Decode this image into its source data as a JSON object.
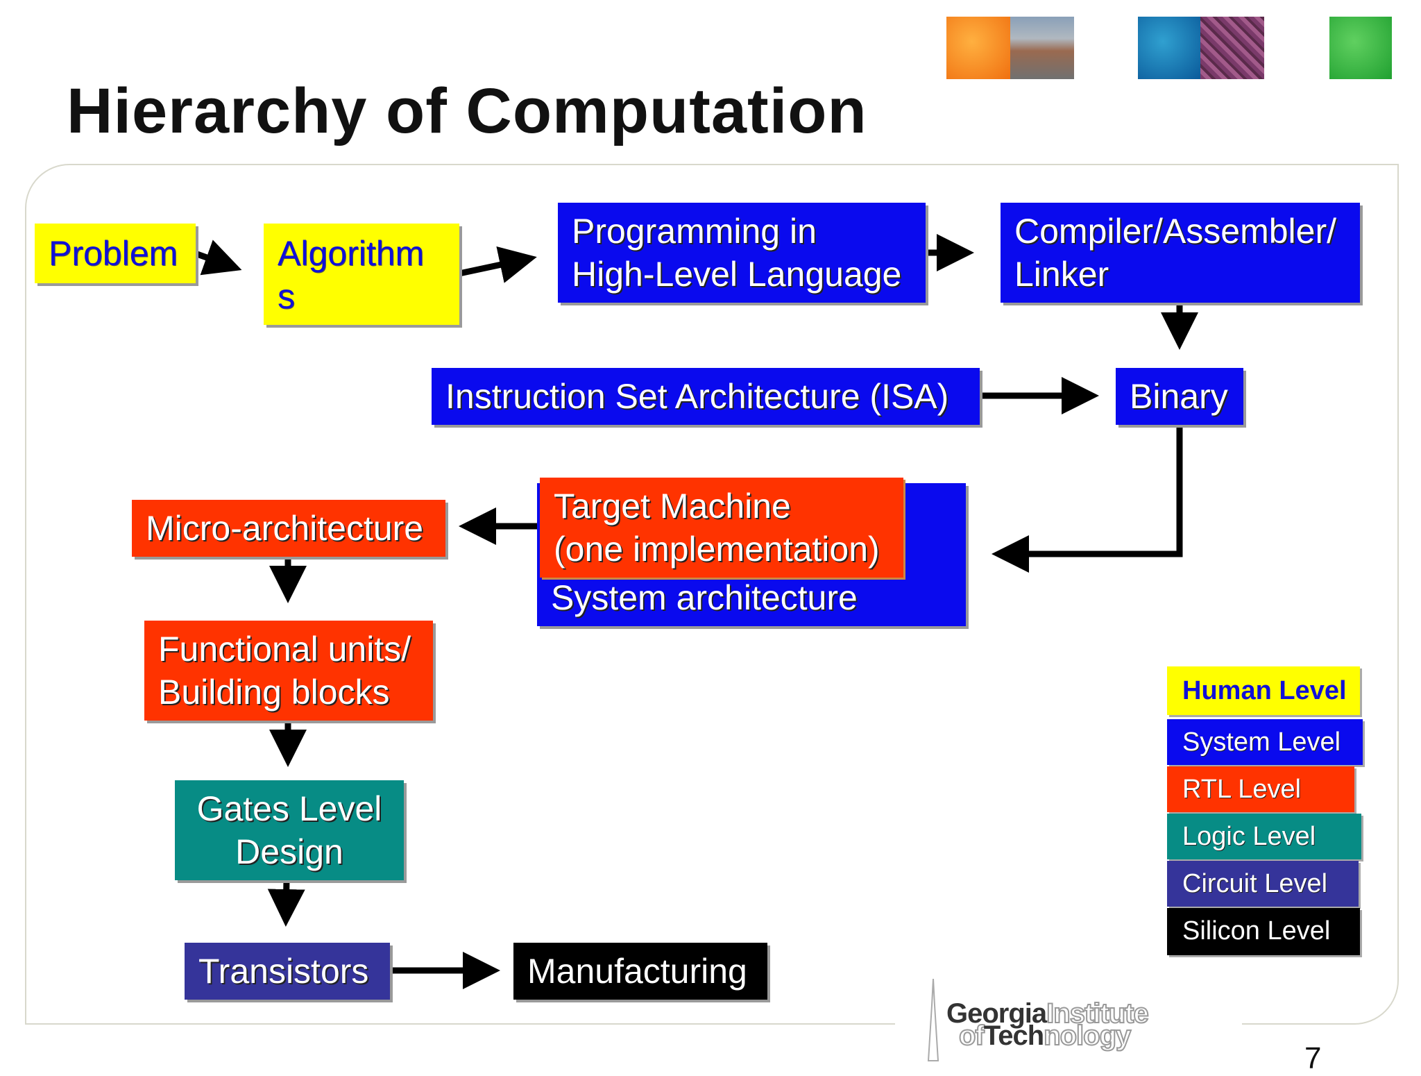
{
  "slide": {
    "title": "Hierarchy of Computation",
    "page_number": "7"
  },
  "nodes": {
    "problem": "Problem",
    "algorithms_l1": "Algorithm",
    "algorithms_l2": "s",
    "programming_l1": "Programming in",
    "programming_l2": "High-Level Language",
    "compiler_l1": "Compiler/Assembler/",
    "compiler_l2": "Linker",
    "isa": "Instruction Set Architecture (ISA)",
    "binary": "Binary",
    "target_l1": "Target Machine",
    "target_l2": "(one implementation)",
    "system_arch": "System architecture",
    "micro_arch": "Micro-architecture",
    "functional_l1": "Functional units/",
    "functional_l2": "Building blocks",
    "gates_l1": "Gates Level",
    "gates_l2": "Design",
    "transistors": "Transistors",
    "manufacturing": "Manufacturing"
  },
  "legend": [
    {
      "label": "Human Level",
      "color": "#ffff00"
    },
    {
      "label": "System Level",
      "color": "#0a0aee"
    },
    {
      "label": "RTL Level",
      "color": "#ff3300"
    },
    {
      "label": "Logic Level",
      "color": "#078c85"
    },
    {
      "label": "Circuit Level",
      "color": "#35349a"
    },
    {
      "label": "Silicon Level",
      "color": "#000000"
    }
  ],
  "logo": {
    "line1_bold": "Georgia",
    "line1_outline": "Institute",
    "line2_outline_a": "of",
    "line2_bold": "Tech",
    "line2_outline_b": "nology"
  }
}
